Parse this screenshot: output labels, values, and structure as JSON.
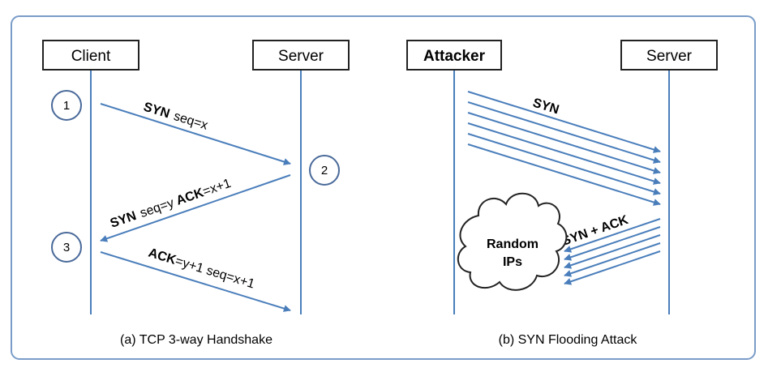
{
  "panel_a": {
    "client_label": "Client",
    "server_label": "Server",
    "step1": "1",
    "step2": "2",
    "step3": "3",
    "msg1": {
      "bold": "SYN",
      "rest": "seq=x"
    },
    "msg2": {
      "bold1": "SYN",
      "mid": "seq=y",
      "bold2": "ACK",
      "rest": "=x+1"
    },
    "msg3": {
      "bold": "ACK",
      "rest": "=y+1 seq=x+1"
    },
    "caption": "(a) TCP 3-way Handshake"
  },
  "panel_b": {
    "attacker_label": "Attacker",
    "server_label": "Server",
    "syn_label": "SYN",
    "synack_label": "SYN + ACK",
    "cloud_line1": "Random",
    "cloud_line2": "IPs",
    "caption": "(b) SYN Flooding Attack"
  },
  "colors": {
    "line": "#4a7ebb",
    "box_border": "#222222",
    "frame": "#7a9cc8"
  }
}
